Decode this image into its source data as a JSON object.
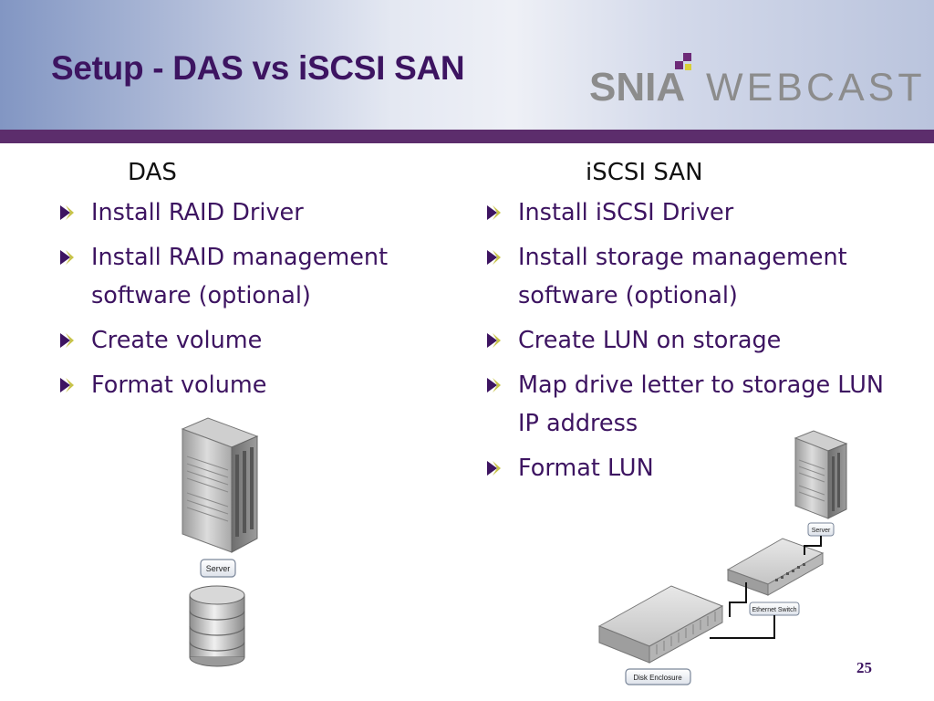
{
  "slide": {
    "title": "Setup - DAS vs iSCSI SAN",
    "page_number": "25",
    "logo": {
      "text_main": "SNIA",
      "text_sub": "WEBCAST"
    }
  },
  "das": {
    "heading": "DAS",
    "bullets": [
      "Install RAID Driver",
      "Install RAID management software (optional)",
      "Create volume",
      "Format volume"
    ],
    "diagram": {
      "server_label": "Server"
    }
  },
  "iscsi": {
    "heading": "iSCSI SAN",
    "bullets": [
      "Install iSCSI Driver",
      "Install storage management software (optional)",
      "Create LUN on storage",
      "Map drive letter to storage LUN IP address",
      "Format LUN"
    ],
    "diagram": {
      "server_label": "Server",
      "switch_label": "Ethernet Switch",
      "enclosure_label": "Disk Enclosure"
    }
  },
  "colors": {
    "title": "#3d1461",
    "header_bar": "#5c2d6c",
    "bullet_text": "#3d1461",
    "logo_gray": "#8c8c8c",
    "logo_purple": "#6d2a78",
    "logo_yellow": "#d8cf38"
  }
}
